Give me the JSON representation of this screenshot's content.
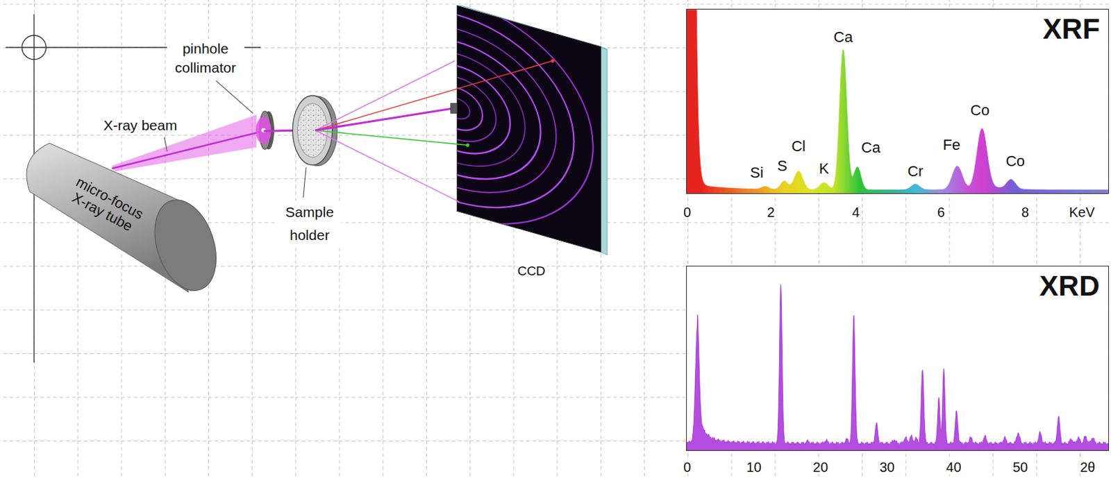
{
  "diagram": {
    "nodes": [
      {
        "text": [
          "micro-focus X-ray tube"
        ]
      },
      {
        "text": [
          "XRF"
        ]
      },
      {
        "text": [
          "XRD"
        ]
      }
    ],
    "labels": [
      "pinhole collimator",
      "X-ray beam",
      "Sample holder",
      "CCD",
      "Si",
      "S",
      "Cl",
      "K",
      "Ca",
      "Ca",
      "Cr",
      "Fe",
      "Co",
      "Co",
      "0",
      "2",
      "4",
      "6",
      "8",
      "KeV",
      "0",
      "10",
      "20",
      "30",
      "40",
      "50",
      "2θ"
    ]
  }
}
